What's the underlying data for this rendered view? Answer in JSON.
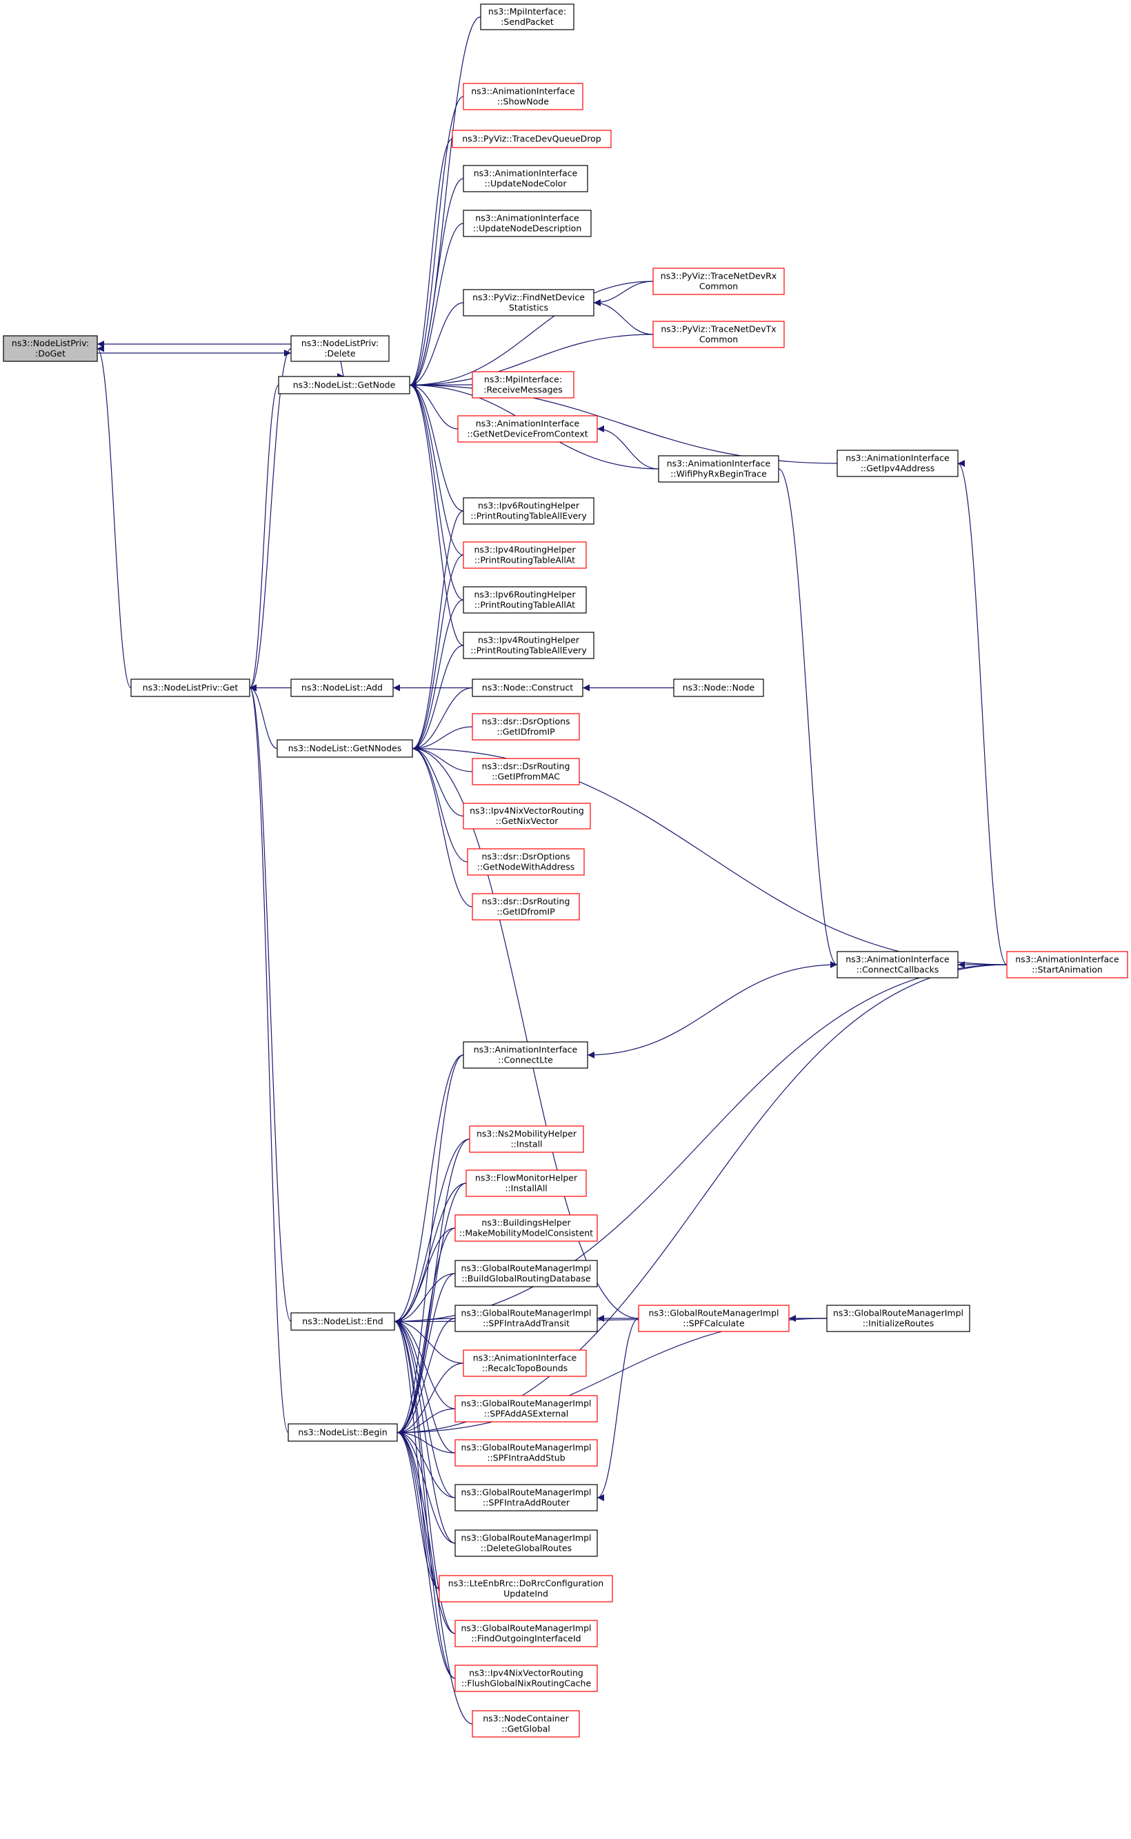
{
  "colors": {
    "edge": "#191970",
    "box_black": "#000000",
    "box_red": "#ff0000",
    "highlight_fill": "#bfbfbf",
    "background": "#ffffff"
  },
  "nodes": [
    {
      "id": "doget",
      "lines": [
        "ns3::NodeListPriv:",
        ":DoGet"
      ],
      "border": "black",
      "highlight": true
    },
    {
      "id": "delete",
      "lines": [
        "ns3::NodeListPriv:",
        ":Delete"
      ],
      "border": "black"
    },
    {
      "id": "getnode",
      "lines": [
        "ns3::NodeList::GetNode"
      ],
      "border": "black"
    },
    {
      "id": "get",
      "lines": [
        "ns3::NodeListPriv::Get"
      ],
      "border": "black"
    },
    {
      "id": "add",
      "lines": [
        "ns3::NodeList::Add"
      ],
      "border": "black"
    },
    {
      "id": "getnnodes",
      "lines": [
        "ns3::NodeList::GetNNodes"
      ],
      "border": "black"
    },
    {
      "id": "end",
      "lines": [
        "ns3::NodeList::End"
      ],
      "border": "black"
    },
    {
      "id": "begin",
      "lines": [
        "ns3::NodeList::Begin"
      ],
      "border": "black"
    },
    {
      "id": "sendpacket",
      "lines": [
        "ns3::MpiInterface:",
        ":SendPacket"
      ],
      "border": "black"
    },
    {
      "id": "shownode",
      "lines": [
        "ns3::AnimationInterface",
        "::ShowNode"
      ],
      "border": "red"
    },
    {
      "id": "tracedevqueuedrop",
      "lines": [
        "ns3::PyViz::TraceDevQueueDrop"
      ],
      "border": "red"
    },
    {
      "id": "updatenodecolor",
      "lines": [
        "ns3::AnimationInterface",
        "::UpdateNodeColor"
      ],
      "border": "black"
    },
    {
      "id": "updatenodedescription",
      "lines": [
        "ns3::AnimationInterface",
        "::UpdateNodeDescription"
      ],
      "border": "black"
    },
    {
      "id": "findnetdevicestatistics",
      "lines": [
        "ns3::PyViz::FindNetDevice",
        "Statistics"
      ],
      "border": "black"
    },
    {
      "id": "receivemessages",
      "lines": [
        "ns3::MpiInterface:",
        ":ReceiveMessages"
      ],
      "border": "red"
    },
    {
      "id": "getnetdevicefromcontext",
      "lines": [
        "ns3::AnimationInterface",
        "::GetNetDeviceFromContext"
      ],
      "border": "red"
    },
    {
      "id": "ipv6rtallevery",
      "lines": [
        "ns3::Ipv6RoutingHelper",
        "::PrintRoutingTableAllEvery"
      ],
      "border": "black"
    },
    {
      "id": "ipv4rtallat",
      "lines": [
        "ns3::Ipv4RoutingHelper",
        "::PrintRoutingTableAllAt"
      ],
      "border": "red"
    },
    {
      "id": "ipv6rtallat",
      "lines": [
        "ns3::Ipv6RoutingHelper",
        "::PrintRoutingTableAllAt"
      ],
      "border": "black"
    },
    {
      "id": "ipv4rtallevery",
      "lines": [
        "ns3::Ipv4RoutingHelper",
        "::PrintRoutingTableAllEvery"
      ],
      "border": "black"
    },
    {
      "id": "nodeconstruct",
      "lines": [
        "ns3::Node::Construct"
      ],
      "border": "black"
    },
    {
      "id": "dsroptions_getidfromip",
      "lines": [
        "ns3::dsr::DsrOptions",
        "::GetIDfromIP"
      ],
      "border": "red"
    },
    {
      "id": "dsrrouting_getipfrommac",
      "lines": [
        "ns3::dsr::DsrRouting",
        "::GetIPfromMAC"
      ],
      "border": "red"
    },
    {
      "id": "getnixvector",
      "lines": [
        "ns3::Ipv4NixVectorRouting",
        "::GetNixVector"
      ],
      "border": "red"
    },
    {
      "id": "getnodewithaddress",
      "lines": [
        "ns3::dsr::DsrOptions",
        "::GetNodeWithAddress"
      ],
      "border": "red"
    },
    {
      "id": "dsrrouting_getidfromip",
      "lines": [
        "ns3::dsr::DsrRouting",
        "::GetIDfromIP"
      ],
      "border": "red"
    },
    {
      "id": "connectlte",
      "lines": [
        "ns3::AnimationInterface",
        "::ConnectLte"
      ],
      "border": "black"
    },
    {
      "id": "ns2install",
      "lines": [
        "ns3::Ns2MobilityHelper",
        "::Install"
      ],
      "border": "red"
    },
    {
      "id": "flowinstallall",
      "lines": [
        "ns3::FlowMonitorHelper",
        "::InstallAll"
      ],
      "border": "red"
    },
    {
      "id": "buildingsmmc",
      "lines": [
        "ns3::BuildingsHelper",
        "::MakeMobilityModelConsistent"
      ],
      "border": "red"
    },
    {
      "id": "buildglobaldb",
      "lines": [
        "ns3::GlobalRouteManagerImpl",
        "::BuildGlobalRoutingDatabase"
      ],
      "border": "black"
    },
    {
      "id": "spfintraaddtransit",
      "lines": [
        "ns3::GlobalRouteManagerImpl",
        "::SPFIntraAddTransit"
      ],
      "border": "black"
    },
    {
      "id": "recalctopobounds",
      "lines": [
        "ns3::AnimationInterface",
        "::RecalcTopoBounds"
      ],
      "border": "red"
    },
    {
      "id": "spfaddasexternal",
      "lines": [
        "ns3::GlobalRouteManagerImpl",
        "::SPFAddASExternal"
      ],
      "border": "red"
    },
    {
      "id": "spfintraaddstub",
      "lines": [
        "ns3::GlobalRouteManagerImpl",
        "::SPFIntraAddStub"
      ],
      "border": "red"
    },
    {
      "id": "spfintraaddrouter",
      "lines": [
        "ns3::GlobalRouteManagerImpl",
        "::SPFIntraAddRouter"
      ],
      "border": "black"
    },
    {
      "id": "deleteglobalroutes",
      "lines": [
        "ns3::GlobalRouteManagerImpl",
        "::DeleteGlobalRoutes"
      ],
      "border": "black"
    },
    {
      "id": "dorrcconfig",
      "lines": [
        "ns3::LteEnbRrc::DoRrcConfiguration",
        "UpdateInd"
      ],
      "border": "red"
    },
    {
      "id": "findoutgoing",
      "lines": [
        "ns3::GlobalRouteManagerImpl",
        "::FindOutgoingInterfaceId"
      ],
      "border": "red"
    },
    {
      "id": "flushnix",
      "lines": [
        "ns3::Ipv4NixVectorRouting",
        "::FlushGlobalNixRoutingCache"
      ],
      "border": "red"
    },
    {
      "id": "getglobal",
      "lines": [
        "ns3::NodeContainer",
        "::GetGlobal"
      ],
      "border": "red"
    },
    {
      "id": "tracenetdevrx",
      "lines": [
        "ns3::PyViz::TraceNetDevRx",
        "Common"
      ],
      "border": "red"
    },
    {
      "id": "tracenetdevtx",
      "lines": [
        "ns3::PyViz::TraceNetDevTx",
        "Common"
      ],
      "border": "red"
    },
    {
      "id": "wifiphyrxbegin",
      "lines": [
        "ns3::AnimationInterface",
        "::WifiPhyRxBeginTrace"
      ],
      "border": "black"
    },
    {
      "id": "nodenode",
      "lines": [
        "ns3::Node::Node"
      ],
      "border": "black"
    },
    {
      "id": "spfcalculate",
      "lines": [
        "ns3::GlobalRouteManagerImpl",
        "::SPFCalculate"
      ],
      "border": "red"
    },
    {
      "id": "getipv4address",
      "lines": [
        "ns3::AnimationInterface",
        "::GetIpv4Address"
      ],
      "border": "black"
    },
    {
      "id": "connectcallbacks",
      "lines": [
        "ns3::AnimationInterface",
        "::ConnectCallbacks"
      ],
      "border": "black"
    },
    {
      "id": "startanimation",
      "lines": [
        "ns3::AnimationInterface",
        "::StartAnimation"
      ],
      "border": "red"
    },
    {
      "id": "initializeroutes",
      "lines": [
        "ns3::GlobalRouteManagerImpl",
        "::InitializeRoutes"
      ],
      "border": "black"
    }
  ],
  "edges": [
    [
      "delete",
      "doget"
    ],
    [
      "doget",
      "delete"
    ],
    [
      "get",
      "doget"
    ],
    [
      "getnode",
      "get"
    ],
    [
      "delete",
      "get"
    ],
    [
      "add",
      "get"
    ],
    [
      "getnnodes",
      "get"
    ],
    [
      "end",
      "get"
    ],
    [
      "begin",
      "get"
    ],
    [
      "sendpacket",
      "getnode"
    ],
    [
      "shownode",
      "getnode"
    ],
    [
      "tracedevqueuedrop",
      "getnode"
    ],
    [
      "updatenodecolor",
      "getnode"
    ],
    [
      "updatenodedescription",
      "getnode"
    ],
    [
      "findnetdevicestatistics",
      "getnode"
    ],
    [
      "receivemessages",
      "getnode"
    ],
    [
      "getnetdevicefromcontext",
      "getnode"
    ],
    [
      "ipv6rtallevery",
      "getnode"
    ],
    [
      "ipv4rtallat",
      "getnode"
    ],
    [
      "ipv6rtallat",
      "getnode"
    ],
    [
      "ipv4rtallevery",
      "getnode"
    ],
    [
      "tracenetdevrx",
      "getnode"
    ],
    [
      "tracenetdevtx",
      "getnode"
    ],
    [
      "wifiphyrxbegin",
      "getnode"
    ],
    [
      "getipv4address",
      "getnode"
    ],
    [
      "delete",
      "getnode"
    ],
    [
      "tracenetdevrx",
      "findnetdevicestatistics"
    ],
    [
      "tracenetdevtx",
      "findnetdevicestatistics"
    ],
    [
      "wifiphyrxbegin",
      "getnetdevicefromcontext"
    ],
    [
      "nodeconstruct",
      "add"
    ],
    [
      "nodenode",
      "nodeconstruct"
    ],
    [
      "ipv6rtallevery",
      "getnnodes"
    ],
    [
      "ipv4rtallat",
      "getnnodes"
    ],
    [
      "ipv6rtallat",
      "getnnodes"
    ],
    [
      "ipv4rtallevery",
      "getnnodes"
    ],
    [
      "nodeconstruct",
      "getnnodes"
    ],
    [
      "dsroptions_getidfromip",
      "getnnodes"
    ],
    [
      "dsrrouting_getipfrommac",
      "getnnodes"
    ],
    [
      "getnixvector",
      "getnnodes"
    ],
    [
      "getnodewithaddress",
      "getnnodes"
    ],
    [
      "dsrrouting_getidfromip",
      "getnnodes"
    ],
    [
      "startanimation",
      "getnnodes"
    ],
    [
      "spfcalculate",
      "getnnodes"
    ],
    [
      "connectlte",
      "end"
    ],
    [
      "ns2install",
      "end"
    ],
    [
      "flowinstallall",
      "end"
    ],
    [
      "buildingsmmc",
      "end"
    ],
    [
      "buildglobaldb",
      "end"
    ],
    [
      "spfintraaddtransit",
      "end"
    ],
    [
      "recalctopobounds",
      "end"
    ],
    [
      "spfaddasexternal",
      "end"
    ],
    [
      "spfintraaddstub",
      "end"
    ],
    [
      "spfintraaddrouter",
      "end"
    ],
    [
      "deleteglobalroutes",
      "end"
    ],
    [
      "dorrcconfig",
      "end"
    ],
    [
      "findoutgoing",
      "end"
    ],
    [
      "flushnix",
      "end"
    ],
    [
      "startanimation",
      "end"
    ],
    [
      "initializeroutes",
      "end"
    ],
    [
      "connectlte",
      "begin"
    ],
    [
      "ns2install",
      "begin"
    ],
    [
      "flowinstallall",
      "begin"
    ],
    [
      "buildingsmmc",
      "begin"
    ],
    [
      "buildglobaldb",
      "begin"
    ],
    [
      "spfintraaddtransit",
      "begin"
    ],
    [
      "recalctopobounds",
      "begin"
    ],
    [
      "spfaddasexternal",
      "begin"
    ],
    [
      "spfintraaddstub",
      "begin"
    ],
    [
      "spfintraaddrouter",
      "begin"
    ],
    [
      "deleteglobalroutes",
      "begin"
    ],
    [
      "dorrcconfig",
      "begin"
    ],
    [
      "findoutgoing",
      "begin"
    ],
    [
      "flushnix",
      "begin"
    ],
    [
      "getglobal",
      "begin"
    ],
    [
      "startanimation",
      "begin"
    ],
    [
      "initializeroutes",
      "begin"
    ],
    [
      "connectcallbacks",
      "connectlte"
    ],
    [
      "wifiphyrxbegin",
      "connectcallbacks"
    ],
    [
      "startanimation",
      "connectcallbacks"
    ],
    [
      "startanimation",
      "getipv4address"
    ],
    [
      "spfcalculate",
      "spfintraaddtransit"
    ],
    [
      "spfcalculate",
      "spfintraaddrouter"
    ],
    [
      "initializeroutes",
      "spfcalculate"
    ]
  ]
}
